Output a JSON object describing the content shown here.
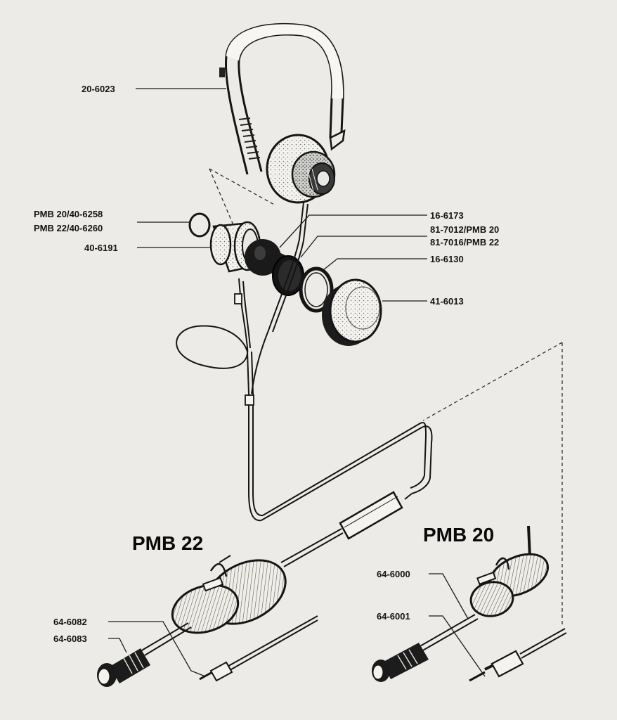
{
  "diagram": {
    "part_labels": {
      "headband": "20-6023",
      "ring_pmb20": "PMB 20/40-6258",
      "ring_pmb22": "PMB 22/40-6260",
      "housing": "40-6191",
      "part_16_6173": "16-6173",
      "capsule_pmb20": "81-7012/PMB 20",
      "capsule_pmb22": "81-7016/PMB 22",
      "part_16_6130": "16-6130",
      "ear_cushion": "41-6013",
      "pmb22_cable_a": "64-6082",
      "pmb22_cable_b": "64-6083",
      "pmb20_cable_a": "64-6000",
      "pmb20_cable_b": "64-6001"
    },
    "model_labels": {
      "pmb22": "PMB 22",
      "pmb20": "PMB 20"
    }
  }
}
